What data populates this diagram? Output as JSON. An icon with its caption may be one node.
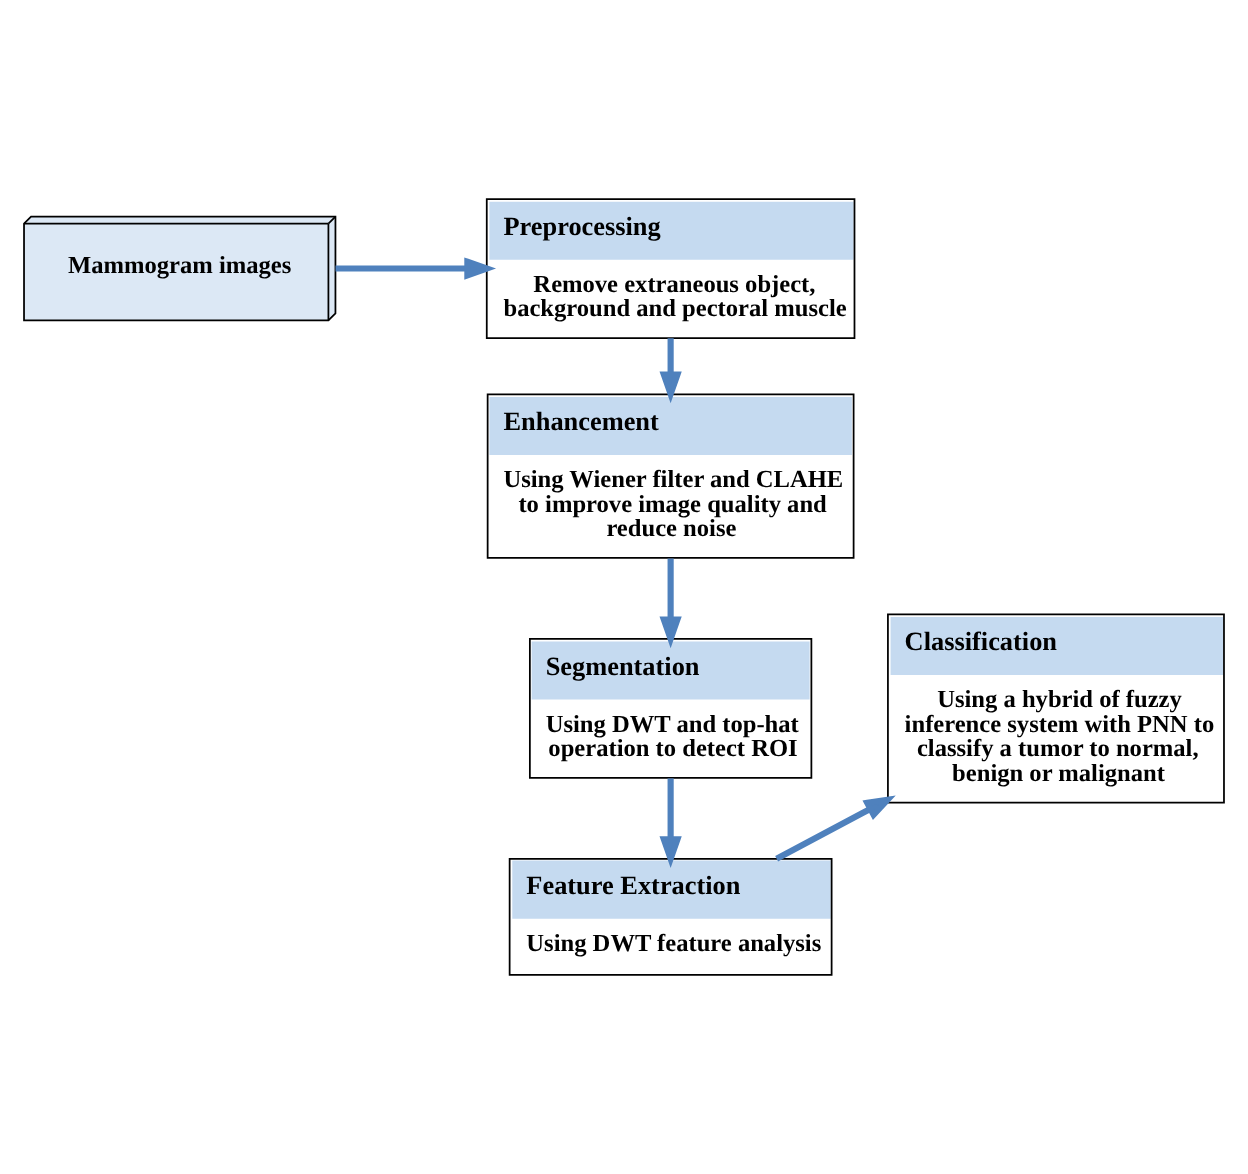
{
  "diagram": {
    "nodes": [
      {
        "text": [
          "Mammogram images"
        ]
      },
      {
        "text": [
          "Preprocessing",
          "Remove extraneous object, background and pectoral muscle"
        ]
      },
      {
        "text": [
          "Enhancement",
          "Using Wiener filter and CLAHE to improve image quality and reduce noise"
        ]
      },
      {
        "text": [
          "Segmentation",
          "Using DWT and top-hat operation to detect ROI"
        ]
      },
      {
        "text": [
          "Feature Extraction",
          "Using DWT feature analysis"
        ]
      },
      {
        "text": [
          "Classification",
          "Using a hybrid of fuzzy inference system with PNN to classify a tumor to normal, benign or malignant"
        ]
      }
    ],
    "edges": [
      {
        "from": 0,
        "to": 1,
        "arrow": "to"
      },
      {
        "from": 1,
        "to": 2,
        "arrow": "to"
      },
      {
        "from": 2,
        "to": 3,
        "arrow": "to"
      },
      {
        "from": 3,
        "to": 4,
        "arrow": "to"
      },
      {
        "from": 4,
        "to": 5,
        "arrow": "to"
      }
    ]
  }
}
